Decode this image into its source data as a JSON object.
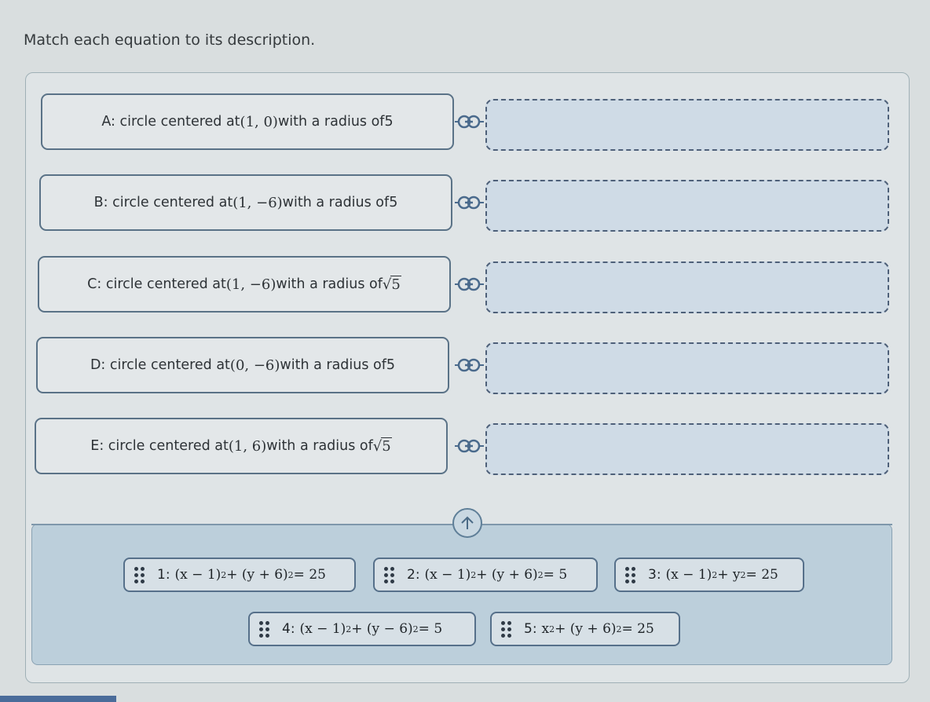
{
  "prompt": "Match each equation to its description.",
  "descriptions": [
    {
      "letter": "A",
      "prefix": "A: circle centered at ",
      "center": "(1, 0)",
      "middle": " with a radius of ",
      "radius": "5",
      "radius_sqrt": false
    },
    {
      "letter": "B",
      "prefix": "B: circle centered at ",
      "center": "(1, −6)",
      "middle": " with a radius of ",
      "radius": "5",
      "radius_sqrt": false
    },
    {
      "letter": "C",
      "prefix": "C: circle centered at ",
      "center": "(1, −6)",
      "middle": " with a radius of ",
      "radius": "5",
      "radius_sqrt": true
    },
    {
      "letter": "D",
      "prefix": "D: circle centered at ",
      "center": "(0, −6)",
      "middle": " with a radius of ",
      "radius": "5",
      "radius_sqrt": false
    },
    {
      "letter": "E",
      "prefix": "E: circle centered at ",
      "center": "(1, 6)",
      "middle": " with a radius of ",
      "radius": "5",
      "radius_sqrt": true
    }
  ],
  "icons": {
    "link": "link-icon",
    "drag_handle": "drag-handle-icon",
    "scroll_up": "arrow-up-icon"
  },
  "equations": [
    {
      "num": "1:",
      "parts": [
        "(x − 1)",
        "2",
        " + (y + 6)",
        "2",
        " = 25"
      ]
    },
    {
      "num": "2:",
      "parts": [
        "(x − 1)",
        "2",
        " + (y + 6)",
        "2",
        " = 5"
      ]
    },
    {
      "num": "3:",
      "parts": [
        "(x − 1)",
        "2",
        " + y",
        "2",
        " = 25"
      ]
    },
    {
      "num": "4:",
      "parts": [
        "(x − 1)",
        "2",
        " + (y − 6)",
        "2",
        " = 5"
      ]
    },
    {
      "num": "5:",
      "parts": [
        "x",
        "2",
        " + (y + 6)",
        "2",
        " = 25"
      ]
    }
  ],
  "colors": {
    "border": "#5a7287",
    "dropzone_bg": "#cfdbe6",
    "bank_bg": "#bccfdb",
    "page_bg": "#d9dedf"
  }
}
